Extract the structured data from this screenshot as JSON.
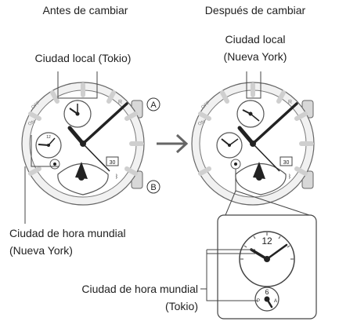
{
  "headings": {
    "before": "Antes de cambiar",
    "after": "Después de cambiar"
  },
  "labels": {
    "home_before": "Ciudad local (Tokio)",
    "home_after_line1": "Ciudad local",
    "home_after_line2": "(Nueva York)",
    "world_before_line1": "Ciudad de hora mundial",
    "world_before_line2": "(Nueva York)",
    "world_after_line1": "Ciudad de hora mundial",
    "world_after_line2": "(Tokio)"
  },
  "buttons": {
    "a": "A",
    "b": "B"
  },
  "dial": {
    "date": "30",
    "bezel_off": "OFF",
    "bezel_on": "ON",
    "bezel_r": "R",
    "zoom_twelve": "12",
    "zoom_six": "6",
    "zoom_p": "P",
    "zoom_a": "A"
  },
  "colors": {
    "line": "#555555",
    "face": "#ffffff",
    "hand": "#222222",
    "bezel": "#e8e8e8"
  }
}
